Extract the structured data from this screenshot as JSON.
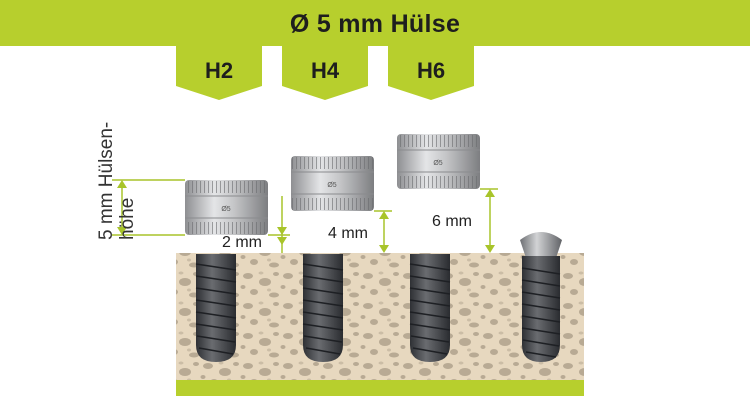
{
  "header": {
    "title": "Ø 5 mm Hülse"
  },
  "tabs": [
    {
      "label": "H2"
    },
    {
      "label": "H4"
    },
    {
      "label": "H6"
    }
  ],
  "side_label": {
    "line1": "5 mm Hülsen-",
    "line2": "höhe"
  },
  "dimensions": [
    {
      "label": "2 mm"
    },
    {
      "label": "4 mm"
    },
    {
      "label": "6 mm"
    }
  ],
  "colors": {
    "accent": "#b7cf2d",
    "bone": "#e7d8bf",
    "implant": "#4a4c50",
    "sleeve": "#c7c8ca",
    "dimension_line": "#a8c42a"
  },
  "sleeve_engraving": "Ø5"
}
